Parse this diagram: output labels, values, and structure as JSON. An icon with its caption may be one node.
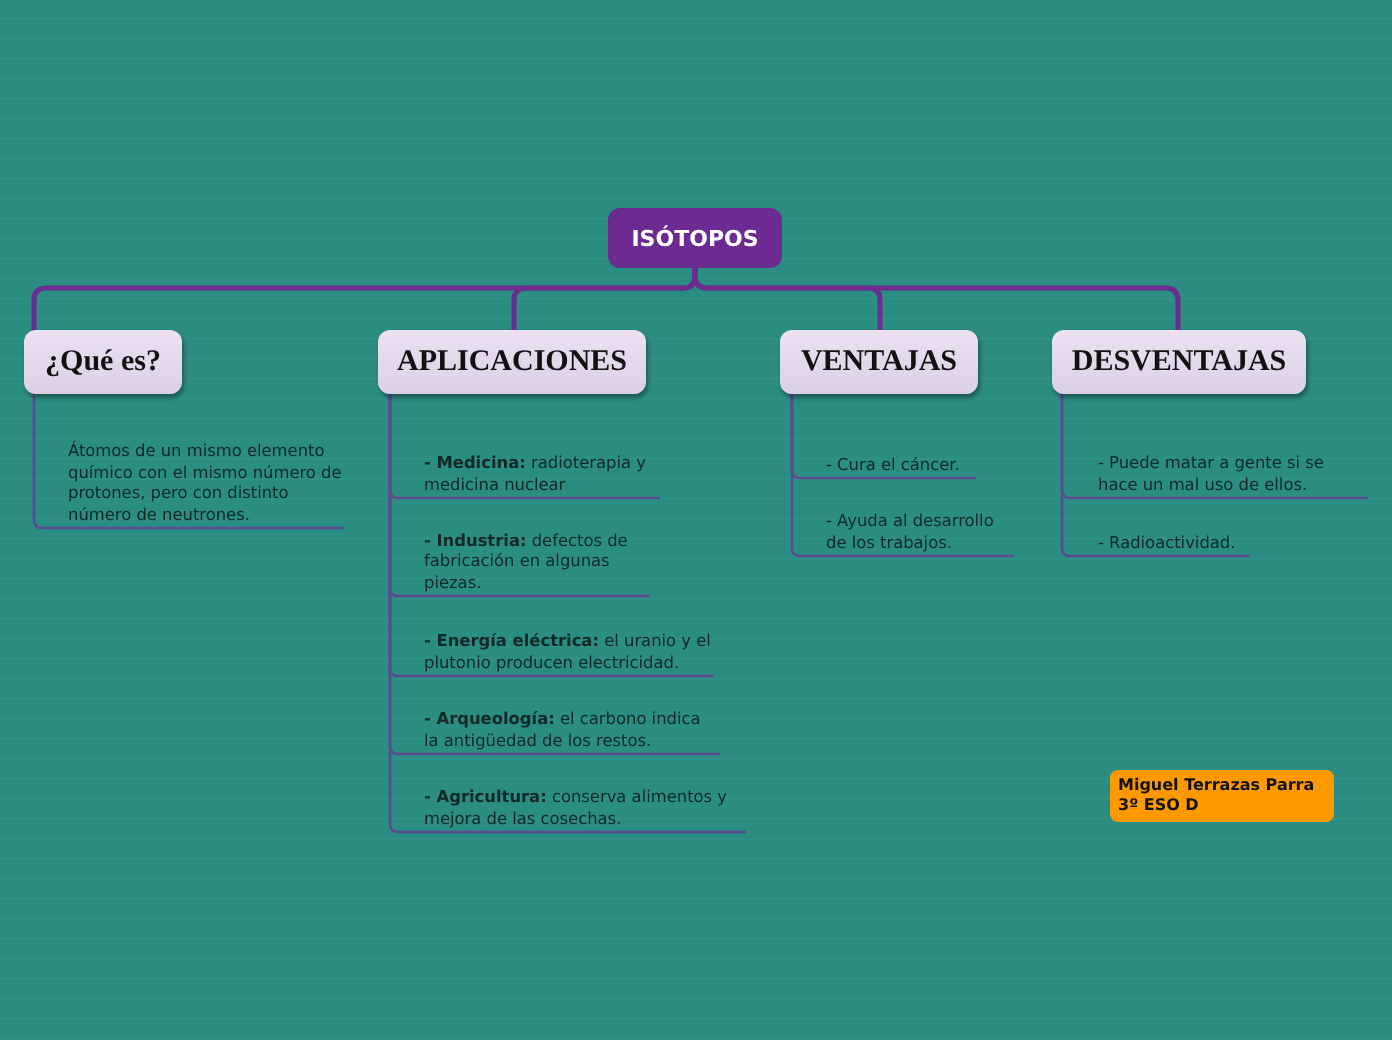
{
  "diagram": {
    "nodes": [
      {
        "text": [
          "ISÓTOPOS"
        ]
      },
      {
        "text": [
          "¿Qué es?"
        ]
      },
      {
        "text": [
          "Átomos de un mismo elemento químico con el mismo número de protones, pero con distinto número de neutrones."
        ]
      },
      {
        "text": [
          "APLICACIONES"
        ]
      },
      {
        "text": [
          "**- Medicina:** radioterapia y medicina nuclear"
        ]
      },
      {
        "text": [
          "**- Industria:** defectos de fabricación en algunas piezas."
        ]
      },
      {
        "text": [
          "**- Energía eléctrica:** el uranio y el plutonio producen electricidad."
        ]
      },
      {
        "text": [
          "**- Arqueología:** el carbono indica la antigüedad de los restos."
        ]
      },
      {
        "text": [
          "**- Agricultura:** conserva alimentos y mejora de las cosechas."
        ]
      },
      {
        "text": [
          "VENTAJAS"
        ]
      },
      {
        "text": [
          "- Cura el cáncer."
        ]
      },
      {
        "text": [
          "- Ayuda al desarrollo de los trabajos."
        ]
      },
      {
        "text": [
          "DESVENTAJAS"
        ]
      },
      {
        "text": [
          "- Puede matar a gente si se hace un mal uso de ellos."
        ]
      },
      {
        "text": [
          "- Radioactividad."
        ]
      },
      {
        "text": [
          "Miguel Terrazas Parra 3º ESO D"
        ]
      }
    ],
    "edges": [
      {
        "from": 0,
        "to": 1,
        "arrow": "none"
      },
      {
        "from": 0,
        "to": 3,
        "arrow": "none"
      },
      {
        "from": 0,
        "to": 9,
        "arrow": "none"
      },
      {
        "from": 0,
        "to": 12,
        "arrow": "none"
      },
      {
        "from": 1,
        "to": 2,
        "arrow": "none"
      },
      {
        "from": 3,
        "to": 4,
        "arrow": "none"
      },
      {
        "from": 3,
        "to": 5,
        "arrow": "none"
      },
      {
        "from": 3,
        "to": 6,
        "arrow": "none"
      },
      {
        "from": 3,
        "to": 7,
        "arrow": "none"
      },
      {
        "from": 3,
        "to": 8,
        "arrow": "none"
      },
      {
        "from": 9,
        "to": 10,
        "arrow": "none"
      },
      {
        "from": 9,
        "to": 11,
        "arrow": "none"
      },
      {
        "from": 12,
        "to": 13,
        "arrow": "none"
      },
      {
        "from": 12,
        "to": 14,
        "arrow": "none"
      }
    ]
  }
}
